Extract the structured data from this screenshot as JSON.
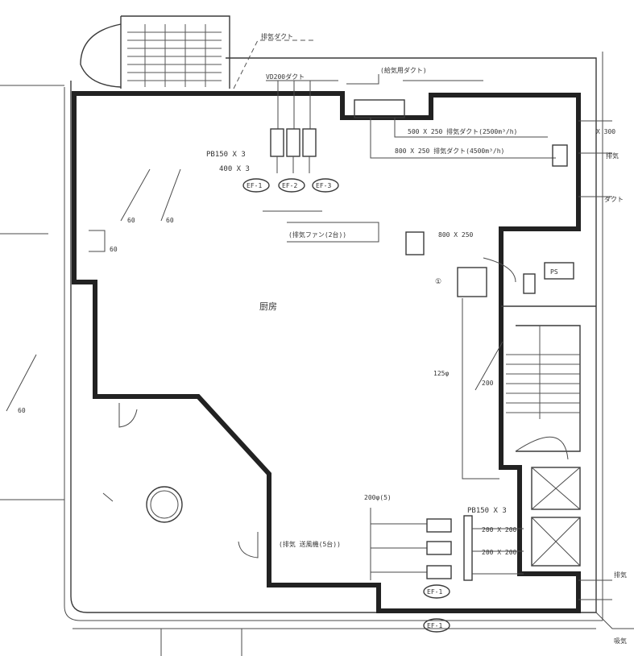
{
  "labels": {
    "top_duct": "排気ダクト",
    "top_note": "VD200ダクト",
    "upper_vent": "(給気用ダクト)",
    "duct_544": "500 X 250 排気ダクト(2500m³/h)",
    "duct_500": "800 X 250 排気ダクト(4500m³/h)",
    "pb150_top": "PB150 X 3",
    "dim_400": "400 X 3",
    "ef1": "EF-1",
    "ef2": "EF-2",
    "ef3": "EF-3",
    "fan_note": "(排気ファン(2台))",
    "grille_right": "800 X 250",
    "room_main": "厨房",
    "circled_1": "①",
    "ps": "PS",
    "pipe_125": "125φ",
    "stair_dim": "200",
    "dim_60a": "60",
    "dim_60b": "60",
    "dim_60c": "60",
    "dim_60d": "60",
    "lower_note": "200φ(5)",
    "lower_fan_note": "(排気 送風機(5台))",
    "pb150_bottom": "PB150 X 3",
    "lower_dims_a": "200 X 200",
    "lower_dims_b": "200 X 200",
    "ef1_bottom": "EF-1",
    "ef_bottom2": "EF-1",
    "right_a": "X 300",
    "right_b": "排気",
    "right_c": "ダクト",
    "right_d": "排気",
    "right_e": "吸気"
  },
  "colors": {
    "wall": "#222222",
    "line": "#4a4a4a",
    "paper": "#ffffff"
  }
}
